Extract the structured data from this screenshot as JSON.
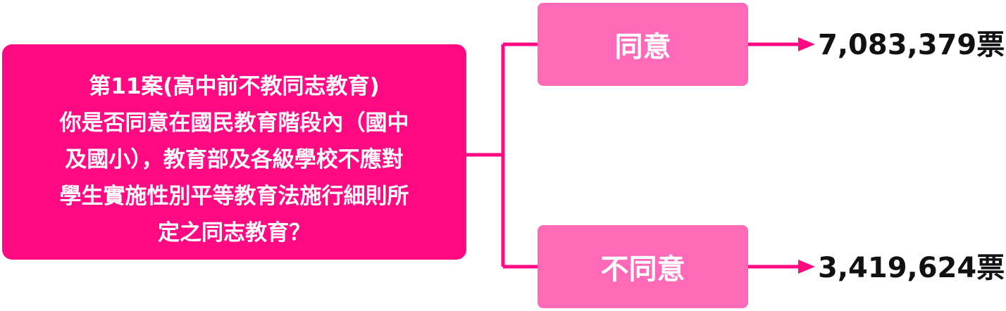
{
  "question": {
    "lines": [
      "第11案(高中前不教同志教育)",
      "你是否同意在國民教育階段內（國中",
      "及國小），教育部及各級學校不應對",
      "學生實施性別平等教育法施行細則所",
      "定之同志教育？"
    ]
  },
  "options": {
    "agree": {
      "label": "同意",
      "votes": "7,083,379票"
    },
    "disagree": {
      "label": "不同意",
      "votes": "3,419,624票"
    }
  },
  "colors": {
    "question_box": "#ff0a83",
    "option_box": "#ff6ab8",
    "connector": "#ff0a83"
  }
}
